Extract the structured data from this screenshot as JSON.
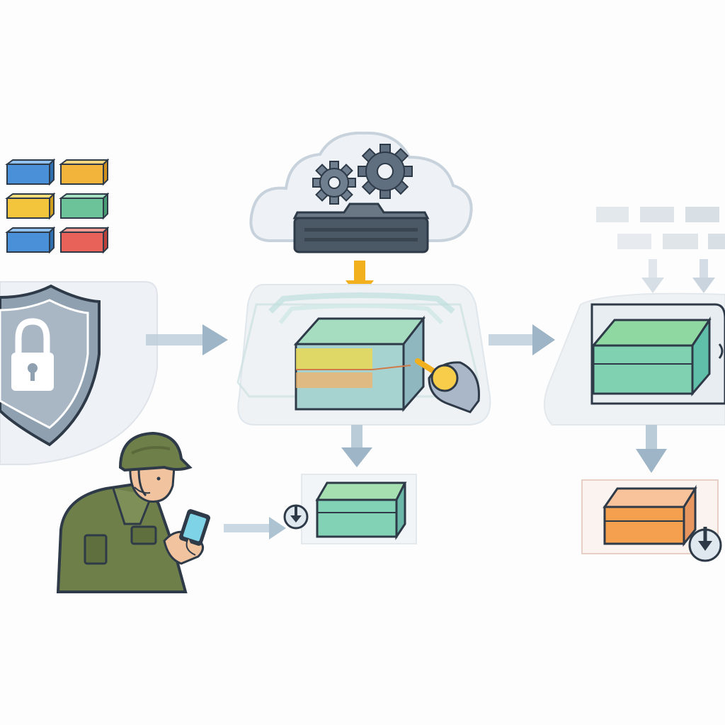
{
  "diagram": {
    "colors": {
      "background": "#fdfdfd",
      "outline": "#2e3a48",
      "shield": "#8fa0b0",
      "shield_dark": "#63768a",
      "arrow": "#9db5c6",
      "arrow_accent": "#f2b01e",
      "cloud": "#eef2f6",
      "gear": "#6f7f8f",
      "server": "#4b5866",
      "box_blue": "#4a90d9",
      "box_yellow": "#f3c53c",
      "box_green": "#6cc39a",
      "box_red": "#e8625a",
      "box_teal": "#7fd1c0",
      "box_orange": "#f4a04e",
      "soldier_uniform": "#6f7f4a",
      "soldier_skin": "#f1c39e",
      "phone_screen": "#7fd3e6"
    },
    "nodes": [
      {
        "id": "data-blocks",
        "kind": "colored-blocks"
      },
      {
        "id": "security-shield",
        "kind": "shield-with-padlock"
      },
      {
        "id": "cloud-processing",
        "kind": "cloud-gears-server"
      },
      {
        "id": "central-container",
        "kind": "layered-box-with-magnifier"
      },
      {
        "id": "mobile-user",
        "kind": "soldier-with-phone"
      },
      {
        "id": "downloaded-package",
        "kind": "box-with-download"
      },
      {
        "id": "queue-blocks",
        "kind": "faded-blocks"
      },
      {
        "id": "distributed-container",
        "kind": "box"
      },
      {
        "id": "output-package",
        "kind": "orange-box-with-download"
      }
    ]
  }
}
